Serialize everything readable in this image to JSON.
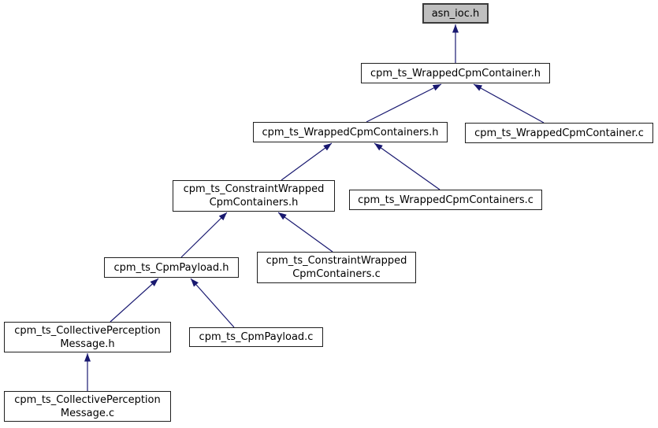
{
  "diagram": {
    "kind": "include-dependency-graph",
    "background_color": "#ffffff",
    "edge_color": "#191970",
    "node_fill_color": "#ffffff",
    "node_border_color": "#1f1f1f",
    "root_node_fill_color": "#bfbfbf",
    "root_node_id": "asn_ioc.h"
  },
  "nodes": [
    {
      "id": "asn_ioc.h",
      "label": "asn_ioc.h",
      "highlighted": true
    },
    {
      "id": "cpm_ts_WrappedCpmContainer.h",
      "label": "cpm_ts_WrappedCpmContainer.h",
      "highlighted": false
    },
    {
      "id": "cpm_ts_WrappedCpmContainers.h",
      "label": "cpm_ts_WrappedCpmContainers.h",
      "highlighted": false
    },
    {
      "id": "cpm_ts_WrappedCpmContainer.c",
      "label": "cpm_ts_WrappedCpmContainer.c",
      "highlighted": false
    },
    {
      "id": "cpm_ts_ConstraintWrappedCpmContainers.h",
      "label": "cpm_ts_ConstraintWrapped\nCpmContainers.h",
      "highlighted": false
    },
    {
      "id": "cpm_ts_WrappedCpmContainers.c",
      "label": "cpm_ts_WrappedCpmContainers.c",
      "highlighted": false
    },
    {
      "id": "cpm_ts_CpmPayload.h",
      "label": "cpm_ts_CpmPayload.h",
      "highlighted": false
    },
    {
      "id": "cpm_ts_ConstraintWrappedCpmContainers.c",
      "label": "cpm_ts_ConstraintWrapped\nCpmContainers.c",
      "highlighted": false
    },
    {
      "id": "cpm_ts_CollectivePerceptionMessage.h",
      "label": "cpm_ts_CollectivePerception\nMessage.h",
      "highlighted": false
    },
    {
      "id": "cpm_ts_CpmPayload.c",
      "label": "cpm_ts_CpmPayload.c",
      "highlighted": false
    },
    {
      "id": "cpm_ts_CollectivePerceptionMessage.c",
      "label": "cpm_ts_CollectivePerception\nMessage.c",
      "highlighted": false
    }
  ],
  "edges": [
    {
      "from": "cpm_ts_WrappedCpmContainer.h",
      "to": "asn_ioc.h"
    },
    {
      "from": "cpm_ts_WrappedCpmContainers.h",
      "to": "cpm_ts_WrappedCpmContainer.h"
    },
    {
      "from": "cpm_ts_WrappedCpmContainer.c",
      "to": "cpm_ts_WrappedCpmContainer.h"
    },
    {
      "from": "cpm_ts_ConstraintWrappedCpmContainers.h",
      "to": "cpm_ts_WrappedCpmContainers.h"
    },
    {
      "from": "cpm_ts_WrappedCpmContainers.c",
      "to": "cpm_ts_WrappedCpmContainers.h"
    },
    {
      "from": "cpm_ts_CpmPayload.h",
      "to": "cpm_ts_ConstraintWrappedCpmContainers.h"
    },
    {
      "from": "cpm_ts_ConstraintWrappedCpmContainers.c",
      "to": "cpm_ts_ConstraintWrappedCpmContainers.h"
    },
    {
      "from": "cpm_ts_CollectivePerceptionMessage.h",
      "to": "cpm_ts_CpmPayload.h"
    },
    {
      "from": "cpm_ts_CpmPayload.c",
      "to": "cpm_ts_CpmPayload.h"
    },
    {
      "from": "cpm_ts_CollectivePerceptionMessage.c",
      "to": "cpm_ts_CollectivePerceptionMessage.h"
    }
  ]
}
